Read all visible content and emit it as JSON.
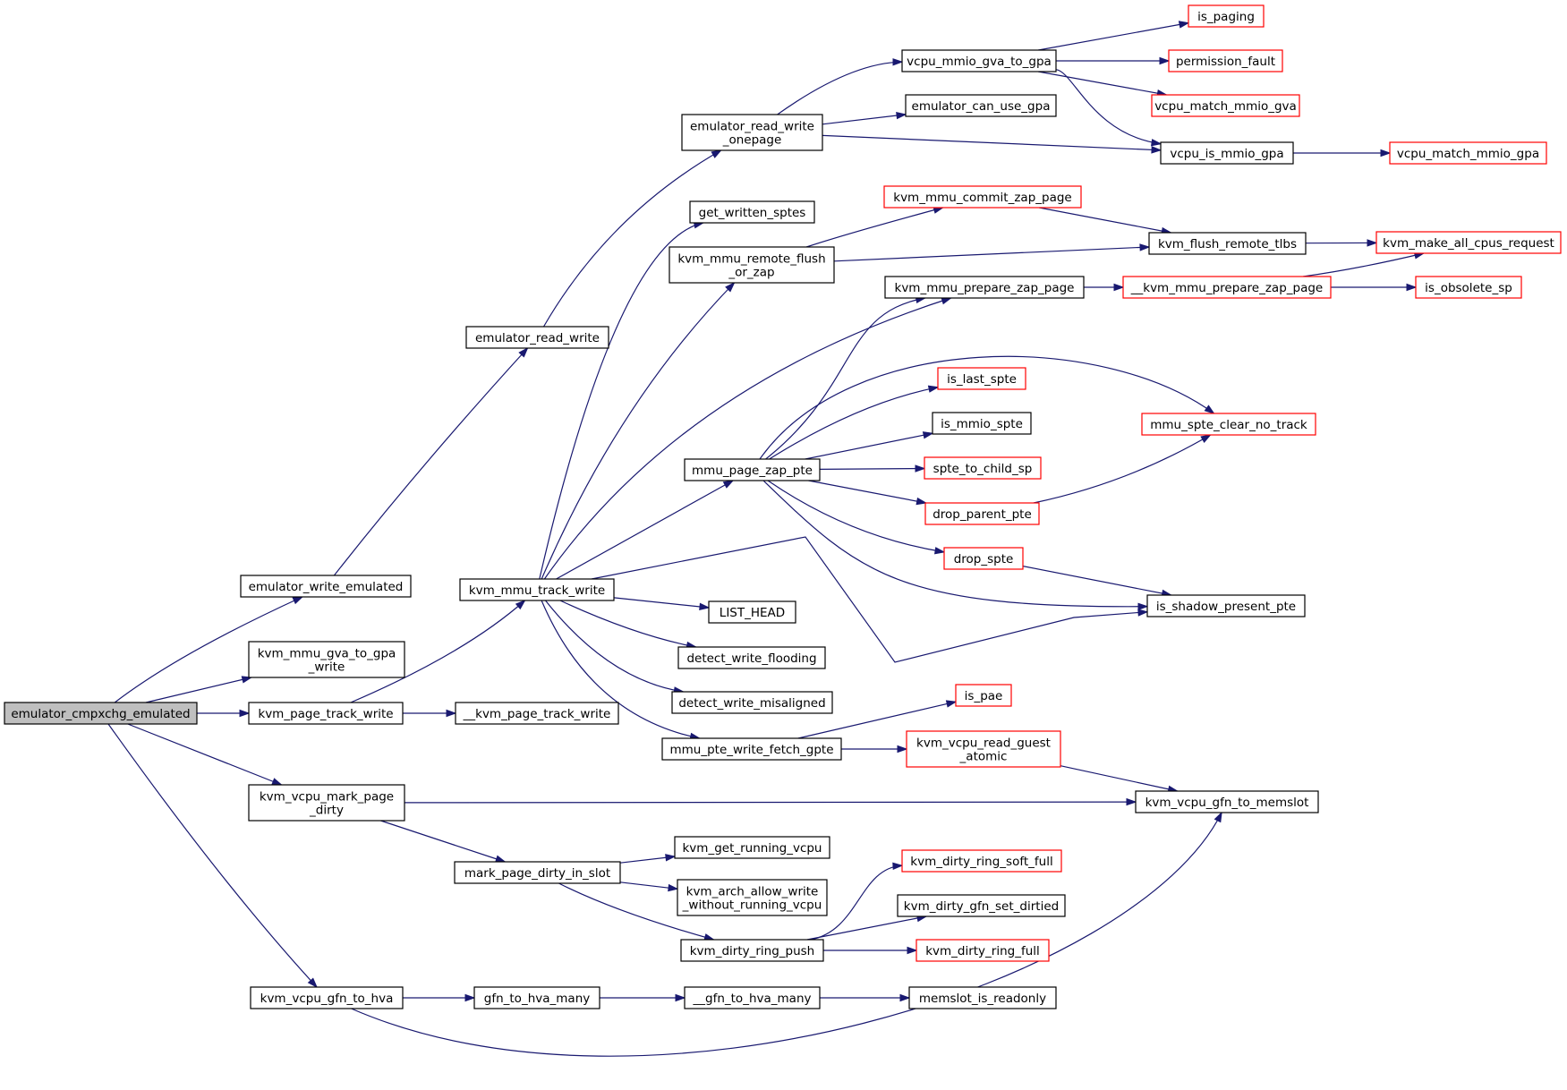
{
  "graph": {
    "colors": {
      "edge": "#191970",
      "incomplete_border": "#ff0000",
      "normal_border": "#000000",
      "root_fill": "#bfbfbf"
    },
    "nodes": [
      {
        "id": "emulator_cmpxchg_emulated",
        "label": [
          "emulator_cmpxchg_emulated"
        ],
        "style": "root"
      },
      {
        "id": "emulator_write_emulated",
        "label": [
          "emulator_write_emulated"
        ],
        "style": "normal"
      },
      {
        "id": "kvm_mmu_gva_to_gpa_write",
        "label": [
          "kvm_mmu_gva_to_gpa",
          "_write"
        ],
        "style": "normal"
      },
      {
        "id": "kvm_page_track_write",
        "label": [
          "kvm_page_track_write"
        ],
        "style": "normal"
      },
      {
        "id": "kvm_vcpu_mark_page_dirty",
        "label": [
          "kvm_vcpu_mark_page",
          "_dirty"
        ],
        "style": "normal"
      },
      {
        "id": "kvm_vcpu_gfn_to_hva",
        "label": [
          "kvm_vcpu_gfn_to_hva"
        ],
        "style": "normal"
      },
      {
        "id": "emulator_read_write",
        "label": [
          "emulator_read_write"
        ],
        "style": "normal"
      },
      {
        "id": "kvm_mmu_track_write",
        "label": [
          "kvm_mmu_track_write"
        ],
        "style": "normal"
      },
      {
        "id": "__kvm_page_track_write",
        "label": [
          "__kvm_page_track_write"
        ],
        "style": "normal"
      },
      {
        "id": "mark_page_dirty_in_slot",
        "label": [
          "mark_page_dirty_in_slot"
        ],
        "style": "normal"
      },
      {
        "id": "gfn_to_hva_many",
        "label": [
          "gfn_to_hva_many"
        ],
        "style": "normal"
      },
      {
        "id": "emulator_read_write_onepage",
        "label": [
          "emulator_read_write",
          "_onepage"
        ],
        "style": "normal"
      },
      {
        "id": "get_written_sptes",
        "label": [
          "get_written_sptes"
        ],
        "style": "normal"
      },
      {
        "id": "kvm_mmu_remote_flush_or_zap",
        "label": [
          "kvm_mmu_remote_flush",
          "_or_zap"
        ],
        "style": "normal"
      },
      {
        "id": "kvm_mmu_prepare_zap_page",
        "label": [
          "kvm_mmu_prepare_zap_page"
        ],
        "style": "normal"
      },
      {
        "id": "mmu_page_zap_pte",
        "label": [
          "mmu_page_zap_pte"
        ],
        "style": "normal"
      },
      {
        "id": "LIST_HEAD",
        "label": [
          "LIST_HEAD"
        ],
        "style": "normal"
      },
      {
        "id": "detect_write_flooding",
        "label": [
          "detect_write_flooding"
        ],
        "style": "normal"
      },
      {
        "id": "detect_write_misaligned",
        "label": [
          "detect_write_misaligned"
        ],
        "style": "normal"
      },
      {
        "id": "mmu_pte_write_fetch_gpte",
        "label": [
          "mmu_pte_write_fetch_gpte"
        ],
        "style": "normal"
      },
      {
        "id": "kvm_get_running_vcpu",
        "label": [
          "kvm_get_running_vcpu"
        ],
        "style": "normal"
      },
      {
        "id": "kvm_arch_allow_write_without_running_vcpu",
        "label": [
          "kvm_arch_allow_write",
          "_without_running_vcpu"
        ],
        "style": "normal"
      },
      {
        "id": "kvm_dirty_ring_push",
        "label": [
          "kvm_dirty_ring_push"
        ],
        "style": "normal"
      },
      {
        "id": "__gfn_to_hva_many",
        "label": [
          "__gfn_to_hva_many"
        ],
        "style": "normal"
      },
      {
        "id": "vcpu_mmio_gva_to_gpa",
        "label": [
          "vcpu_mmio_gva_to_gpa"
        ],
        "style": "normal"
      },
      {
        "id": "emulator_can_use_gpa",
        "label": [
          "emulator_can_use_gpa"
        ],
        "style": "normal"
      },
      {
        "id": "kvm_mmu_commit_zap_page",
        "label": [
          "kvm_mmu_commit_zap_page"
        ],
        "style": "incomplete"
      },
      {
        "id": "is_last_spte",
        "label": [
          "is_last_spte"
        ],
        "style": "incomplete"
      },
      {
        "id": "is_mmio_spte",
        "label": [
          "is_mmio_spte"
        ],
        "style": "normal"
      },
      {
        "id": "spte_to_child_sp",
        "label": [
          "spte_to_child_sp"
        ],
        "style": "incomplete"
      },
      {
        "id": "drop_parent_pte",
        "label": [
          "drop_parent_pte"
        ],
        "style": "incomplete"
      },
      {
        "id": "drop_spte",
        "label": [
          "drop_spte"
        ],
        "style": "incomplete"
      },
      {
        "id": "is_pae",
        "label": [
          "is_pae"
        ],
        "style": "incomplete"
      },
      {
        "id": "kvm_vcpu_read_guest_atomic",
        "label": [
          "kvm_vcpu_read_guest",
          "_atomic"
        ],
        "style": "incomplete"
      },
      {
        "id": "kvm_dirty_ring_soft_full",
        "label": [
          "kvm_dirty_ring_soft_full"
        ],
        "style": "incomplete"
      },
      {
        "id": "kvm_dirty_gfn_set_dirtied",
        "label": [
          "kvm_dirty_gfn_set_dirtied"
        ],
        "style": "normal"
      },
      {
        "id": "kvm_dirty_ring_full",
        "label": [
          "kvm_dirty_ring_full"
        ],
        "style": "incomplete"
      },
      {
        "id": "memslot_is_readonly",
        "label": [
          "memslot_is_readonly"
        ],
        "style": "normal"
      },
      {
        "id": "is_paging",
        "label": [
          "is_paging"
        ],
        "style": "incomplete"
      },
      {
        "id": "permission_fault",
        "label": [
          "permission_fault"
        ],
        "style": "incomplete"
      },
      {
        "id": "vcpu_match_mmio_gva",
        "label": [
          "vcpu_match_mmio_gva"
        ],
        "style": "incomplete"
      },
      {
        "id": "vcpu_is_mmio_gpa",
        "label": [
          "vcpu_is_mmio_gpa"
        ],
        "style": "normal"
      },
      {
        "id": "vcpu_match_mmio_gpa",
        "label": [
          "vcpu_match_mmio_gpa"
        ],
        "style": "incomplete"
      },
      {
        "id": "kvm_flush_remote_tlbs",
        "label": [
          "kvm_flush_remote_tlbs"
        ],
        "style": "normal"
      },
      {
        "id": "kvm_make_all_cpus_request",
        "label": [
          "kvm_make_all_cpus_request"
        ],
        "style": "incomplete"
      },
      {
        "id": "__kvm_mmu_prepare_zap_page",
        "label": [
          "__kvm_mmu_prepare_zap_page"
        ],
        "style": "incomplete"
      },
      {
        "id": "is_obsolete_sp",
        "label": [
          "is_obsolete_sp"
        ],
        "style": "incomplete"
      },
      {
        "id": "mmu_spte_clear_no_track",
        "label": [
          "mmu_spte_clear_no_track"
        ],
        "style": "incomplete"
      },
      {
        "id": "is_shadow_present_pte",
        "label": [
          "is_shadow_present_pte"
        ],
        "style": "normal"
      },
      {
        "id": "kvm_vcpu_gfn_to_memslot",
        "label": [
          "kvm_vcpu_gfn_to_memslot"
        ],
        "style": "normal"
      }
    ],
    "edges": [
      {
        "from": "emulator_cmpxchg_emulated",
        "to": "emulator_write_emulated"
      },
      {
        "from": "emulator_cmpxchg_emulated",
        "to": "kvm_mmu_gva_to_gpa_write"
      },
      {
        "from": "emulator_cmpxchg_emulated",
        "to": "kvm_page_track_write"
      },
      {
        "from": "emulator_cmpxchg_emulated",
        "to": "kvm_vcpu_mark_page_dirty"
      },
      {
        "from": "emulator_cmpxchg_emulated",
        "to": "kvm_vcpu_gfn_to_hva"
      },
      {
        "from": "emulator_write_emulated",
        "to": "emulator_read_write"
      },
      {
        "from": "emulator_read_write",
        "to": "emulator_read_write_onepage"
      },
      {
        "from": "emulator_read_write_onepage",
        "to": "vcpu_mmio_gva_to_gpa"
      },
      {
        "from": "emulator_read_write_onepage",
        "to": "emulator_can_use_gpa"
      },
      {
        "from": "emulator_read_write_onepage",
        "to": "vcpu_is_mmio_gpa"
      },
      {
        "from": "vcpu_mmio_gva_to_gpa",
        "to": "is_paging"
      },
      {
        "from": "vcpu_mmio_gva_to_gpa",
        "to": "permission_fault"
      },
      {
        "from": "vcpu_mmio_gva_to_gpa",
        "to": "vcpu_match_mmio_gva"
      },
      {
        "from": "vcpu_mmio_gva_to_gpa",
        "to": "vcpu_is_mmio_gpa"
      },
      {
        "from": "vcpu_is_mmio_gpa",
        "to": "vcpu_match_mmio_gpa"
      },
      {
        "from": "kvm_page_track_write",
        "to": "kvm_mmu_track_write"
      },
      {
        "from": "kvm_page_track_write",
        "to": "__kvm_page_track_write"
      },
      {
        "from": "kvm_mmu_track_write",
        "to": "get_written_sptes"
      },
      {
        "from": "kvm_mmu_track_write",
        "to": "kvm_mmu_remote_flush_or_zap"
      },
      {
        "from": "kvm_mmu_track_write",
        "to": "kvm_mmu_prepare_zap_page"
      },
      {
        "from": "kvm_mmu_track_write",
        "to": "mmu_page_zap_pte"
      },
      {
        "from": "kvm_mmu_track_write",
        "to": "is_shadow_present_pte"
      },
      {
        "from": "kvm_mmu_track_write",
        "to": "LIST_HEAD"
      },
      {
        "from": "kvm_mmu_track_write",
        "to": "detect_write_flooding"
      },
      {
        "from": "kvm_mmu_track_write",
        "to": "detect_write_misaligned"
      },
      {
        "from": "kvm_mmu_track_write",
        "to": "mmu_pte_write_fetch_gpte"
      },
      {
        "from": "kvm_mmu_remote_flush_or_zap",
        "to": "kvm_mmu_commit_zap_page"
      },
      {
        "from": "kvm_mmu_remote_flush_or_zap",
        "to": "kvm_flush_remote_tlbs"
      },
      {
        "from": "kvm_mmu_commit_zap_page",
        "to": "kvm_flush_remote_tlbs"
      },
      {
        "from": "kvm_flush_remote_tlbs",
        "to": "kvm_make_all_cpus_request"
      },
      {
        "from": "kvm_mmu_prepare_zap_page",
        "to": "__kvm_mmu_prepare_zap_page"
      },
      {
        "from": "__kvm_mmu_prepare_zap_page",
        "to": "kvm_make_all_cpus_request"
      },
      {
        "from": "__kvm_mmu_prepare_zap_page",
        "to": "is_obsolete_sp"
      },
      {
        "from": "mmu_page_zap_pte",
        "to": "kvm_mmu_prepare_zap_page"
      },
      {
        "from": "mmu_page_zap_pte",
        "to": "mmu_spte_clear_no_track"
      },
      {
        "from": "mmu_page_zap_pte",
        "to": "is_last_spte"
      },
      {
        "from": "mmu_page_zap_pte",
        "to": "is_mmio_spte"
      },
      {
        "from": "mmu_page_zap_pte",
        "to": "spte_to_child_sp"
      },
      {
        "from": "mmu_page_zap_pte",
        "to": "drop_parent_pte"
      },
      {
        "from": "mmu_page_zap_pte",
        "to": "drop_spte"
      },
      {
        "from": "mmu_page_zap_pte",
        "to": "is_shadow_present_pte"
      },
      {
        "from": "drop_parent_pte",
        "to": "mmu_spte_clear_no_track"
      },
      {
        "from": "drop_spte",
        "to": "is_shadow_present_pte"
      },
      {
        "from": "mmu_pte_write_fetch_gpte",
        "to": "is_pae"
      },
      {
        "from": "mmu_pte_write_fetch_gpte",
        "to": "kvm_vcpu_read_guest_atomic"
      },
      {
        "from": "kvm_vcpu_read_guest_atomic",
        "to": "kvm_vcpu_gfn_to_memslot"
      },
      {
        "from": "kvm_vcpu_mark_page_dirty",
        "to": "kvm_vcpu_gfn_to_memslot"
      },
      {
        "from": "kvm_vcpu_mark_page_dirty",
        "to": "mark_page_dirty_in_slot"
      },
      {
        "from": "mark_page_dirty_in_slot",
        "to": "kvm_get_running_vcpu"
      },
      {
        "from": "mark_page_dirty_in_slot",
        "to": "kvm_arch_allow_write_without_running_vcpu"
      },
      {
        "from": "mark_page_dirty_in_slot",
        "to": "kvm_dirty_ring_push"
      },
      {
        "from": "kvm_dirty_ring_push",
        "to": "kvm_dirty_ring_soft_full"
      },
      {
        "from": "kvm_dirty_ring_push",
        "to": "kvm_dirty_gfn_set_dirtied"
      },
      {
        "from": "kvm_dirty_ring_push",
        "to": "kvm_dirty_ring_full"
      },
      {
        "from": "kvm_vcpu_gfn_to_hva",
        "to": "gfn_to_hva_many"
      },
      {
        "from": "kvm_vcpu_gfn_to_hva",
        "to": "kvm_vcpu_gfn_to_memslot"
      },
      {
        "from": "gfn_to_hva_many",
        "to": "__gfn_to_hva_many"
      },
      {
        "from": "__gfn_to_hva_many",
        "to": "memslot_is_readonly"
      }
    ]
  }
}
